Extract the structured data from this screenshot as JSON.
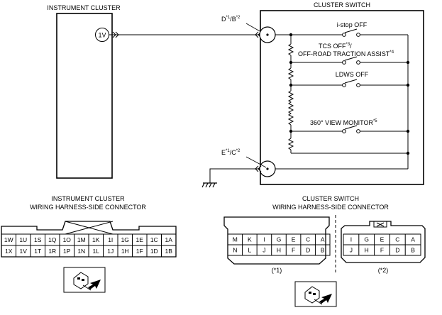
{
  "labels": {
    "instrument_cluster": "INSTRUMENT CLUSTER",
    "cluster_switch": "CLUSTER SWITCH",
    "pin_1v": "1V",
    "term_top_d": "D",
    "term_top_b": "B",
    "term_bot_e": "E",
    "term_bot_c": "C",
    "note1": "*1",
    "note2": "*2",
    "note3": "*3",
    "note4": "*4",
    "note5": "*5",
    "slash": "/",
    "sw_istop": "i-stop OFF",
    "sw_tcs": "TCS OFF",
    "sw_offroad": "OFF-ROAD TRACTION ASSIST",
    "sw_ldws": "LDWS OFF",
    "sw_360": "360° VIEW MONITOR"
  },
  "connectors": {
    "ic_title_1": "INSTRUMENT CLUSTER",
    "ic_title_2": "WIRING HARNESS-SIDE CONNECTOR",
    "ic_row1": [
      "1W",
      "1U",
      "1S",
      "1Q",
      "1O",
      "1M",
      "1K",
      "1I",
      "1G",
      "1E",
      "1C",
      "1A"
    ],
    "ic_row2": [
      "1X",
      "1V",
      "1T",
      "1R",
      "1P",
      "1N",
      "1L",
      "1J",
      "1H",
      "1F",
      "1D",
      "1B"
    ],
    "cs_title_1": "CLUSTER SWITCH",
    "cs_title_2": "WIRING HARNESS-SIDE CONNECTOR",
    "cs1_row1": [
      "M",
      "K",
      "I",
      "G",
      "E",
      "C",
      "A"
    ],
    "cs1_row2": [
      "N",
      "L",
      "J",
      "H",
      "F",
      "D",
      "B"
    ],
    "cs2_row1": [
      "I",
      "G",
      "E",
      "C",
      "A"
    ],
    "cs2_row2": [
      "J",
      "H",
      "F",
      "D",
      "B"
    ],
    "cs1_caption": "(*1)",
    "cs2_caption": "(*2)"
  },
  "icons": [
    "ground-icon",
    "connector-view-icon"
  ]
}
